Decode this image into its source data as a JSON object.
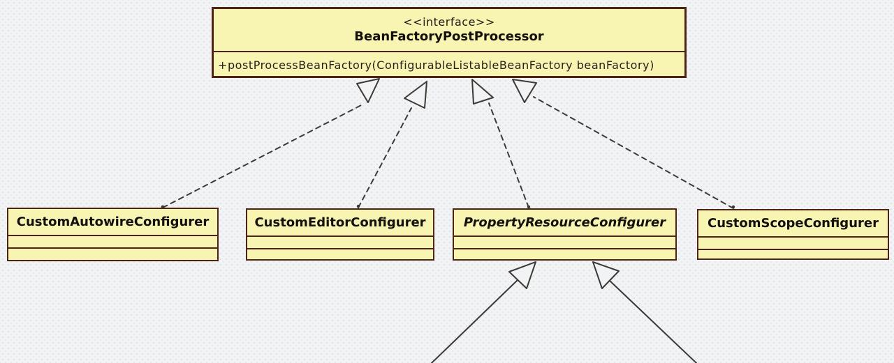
{
  "diagram": {
    "title": "BeanFactoryPostProcessor UML class diagram",
    "colors": {
      "box_fill": "#f8f4b2",
      "box_border": "#4d2315",
      "connector": "#3d3a36",
      "background": "#f2f3f5",
      "text": "#14100c"
    },
    "interface": {
      "stereotype": "<<interface>>",
      "name": "BeanFactoryPostProcessor",
      "methods": [
        "+postProcessBeanFactory(ConfigurableListableBeanFactory beanFactory)"
      ]
    },
    "classes": [
      {
        "name": "CustomAutowireConfigurer",
        "abstract": false,
        "attributes": [],
        "operations": []
      },
      {
        "name": "CustomEditorConfigurer",
        "abstract": false,
        "attributes": [],
        "operations": []
      },
      {
        "name": "PropertyResourceConfigurer",
        "abstract": true,
        "attributes": [],
        "operations": []
      },
      {
        "name": "CustomScopeConfigurer",
        "abstract": false,
        "attributes": [],
        "operations": []
      }
    ],
    "relationships": [
      {
        "type": "realization",
        "style": "dashed",
        "from": "CustomAutowireConfigurer",
        "to": "BeanFactoryPostProcessor"
      },
      {
        "type": "realization",
        "style": "dashed",
        "from": "CustomEditorConfigurer",
        "to": "BeanFactoryPostProcessor"
      },
      {
        "type": "realization",
        "style": "dashed",
        "from": "PropertyResourceConfigurer",
        "to": "BeanFactoryPostProcessor"
      },
      {
        "type": "realization",
        "style": "dashed",
        "from": "CustomScopeConfigurer",
        "to": "BeanFactoryPostProcessor"
      },
      {
        "type": "generalization",
        "style": "solid",
        "from": null,
        "to": "PropertyResourceConfigurer"
      },
      {
        "type": "generalization",
        "style": "solid",
        "from": null,
        "to": "PropertyResourceConfigurer"
      }
    ]
  }
}
